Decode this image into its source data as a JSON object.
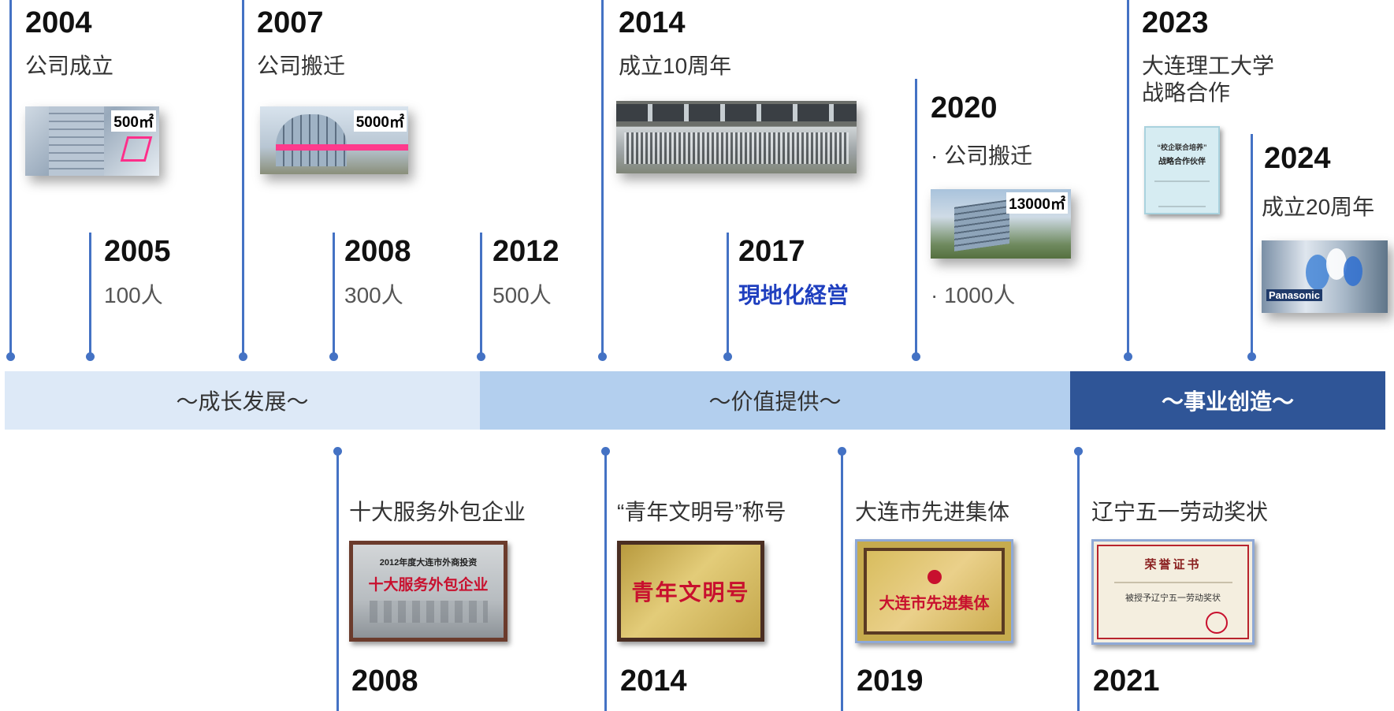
{
  "top": {
    "y2004": {
      "year": "2004",
      "text": "公司成立",
      "area": "500㎡"
    },
    "y2005": {
      "year": "2005",
      "text": "100人"
    },
    "y2007": {
      "year": "2007",
      "text": "公司搬迁",
      "area": "5000㎡"
    },
    "y2008": {
      "year": "2008",
      "text": "300人"
    },
    "y2012": {
      "year": "2012",
      "text": "500人"
    },
    "y2014": {
      "year": "2014",
      "text": "成立10周年"
    },
    "y2017": {
      "year": "2017",
      "text": "現地化経営"
    },
    "y2020": {
      "year": "2020",
      "text1": "· 公司搬迁",
      "text2": "·  1000人",
      "area": "13000㎡"
    },
    "y2023": {
      "year": "2023",
      "line1": "大连理工大学",
      "line2": "战略合作",
      "cert_title": "“校企联合培养”",
      "cert_subtitle": "战略合作伙伴"
    },
    "y2024": {
      "year": "2024",
      "text": "成立20周年",
      "sign": "Panasonic"
    }
  },
  "bands": {
    "growth": "～成长发展～",
    "value": "～价值提供～",
    "business": "～事业创造～"
  },
  "awards": [
    {
      "title": "十大服务外包企业",
      "year": "2008",
      "plaque_header": "2012年度大连市外商投资",
      "plaque_main": "十大服务外包企业"
    },
    {
      "title": "“青年文明号”称号",
      "year": "2014",
      "plaque_main": "青年文明号"
    },
    {
      "title": "大连市先进集体",
      "year": "2019",
      "plaque_main": "大连市先进集体"
    },
    {
      "title": "辽宁五一劳动奖状",
      "year": "2021",
      "plaque_header": "荣誉证书",
      "plaque_main": "被授予辽宁五一劳动奖状"
    }
  ],
  "colors": {
    "timeline": "#4472c4",
    "band_growth": "#dde9f7",
    "band_value": "#b3cfee",
    "band_business": "#2f5597",
    "highlight": "#1f3fbf"
  }
}
